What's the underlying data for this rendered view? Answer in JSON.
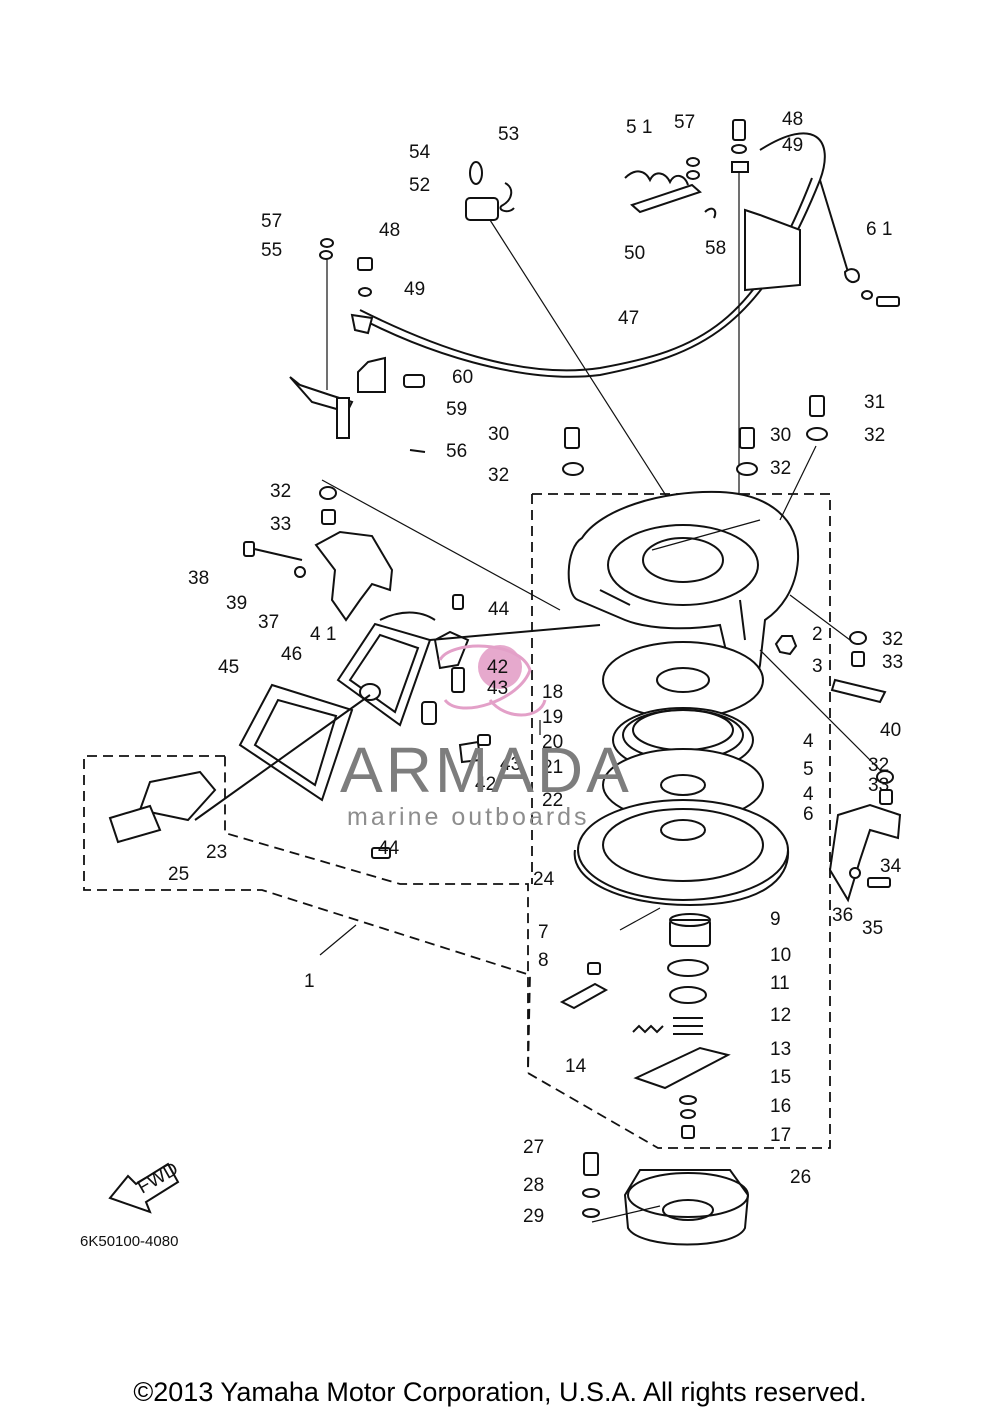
{
  "diagram_code": "6K50100-4080",
  "copyright": "©2013 Yamaha Motor Corporation, U.S.A. All rights reserved.",
  "fwd_label": "FWD",
  "watermark": {
    "brand": "ARMADA",
    "tagline": "marine outboards",
    "logo_color": "#e3a0c8"
  },
  "callouts": {
    "c1": "1",
    "c2": "2",
    "c3": "3",
    "c4a": "4",
    "c4b": "4",
    "c5": "5",
    "c6": "6",
    "c7": "7",
    "c8": "8",
    "c9": "9",
    "c10": "10",
    "c11": "11",
    "c12": "12",
    "c13": "13",
    "c14": "14",
    "c15": "15",
    "c16": "16",
    "c17": "17",
    "c18": "18",
    "c19": "19",
    "c20": "20",
    "c21": "21",
    "c22": "22",
    "c23": "23",
    "c24": "24",
    "c25": "25",
    "c26": "26",
    "c27": "27",
    "c28": "28",
    "c29": "29",
    "c30a": "30",
    "c30b": "30",
    "c31": "31",
    "c32a": "32",
    "c32b": "32",
    "c32c": "32",
    "c32d": "32",
    "c32e": "32",
    "c32f": "32",
    "c33a": "33",
    "c33b": "33",
    "c33c": "33",
    "c34": "34",
    "c35": "35",
    "c36": "36",
    "c37": "37",
    "c38": "38",
    "c39": "39",
    "c40": "40",
    "c41": "4 1",
    "c42a": "42",
    "c42b": "42",
    "c43a": "43",
    "c43b": "43",
    "c44a": "44",
    "c44b": "44",
    "c45": "45",
    "c46": "46",
    "c47": "47",
    "c48a": "48",
    "c48b": "48",
    "c49a": "49",
    "c49b": "49",
    "c50": "50",
    "c51": "5 1",
    "c52": "52",
    "c53": "53",
    "c54": "54",
    "c55": "55",
    "c56": "56",
    "c57a": "57",
    "c57b": "57",
    "c58": "58",
    "c59": "59",
    "c60": "60",
    "c61": "6 1"
  }
}
